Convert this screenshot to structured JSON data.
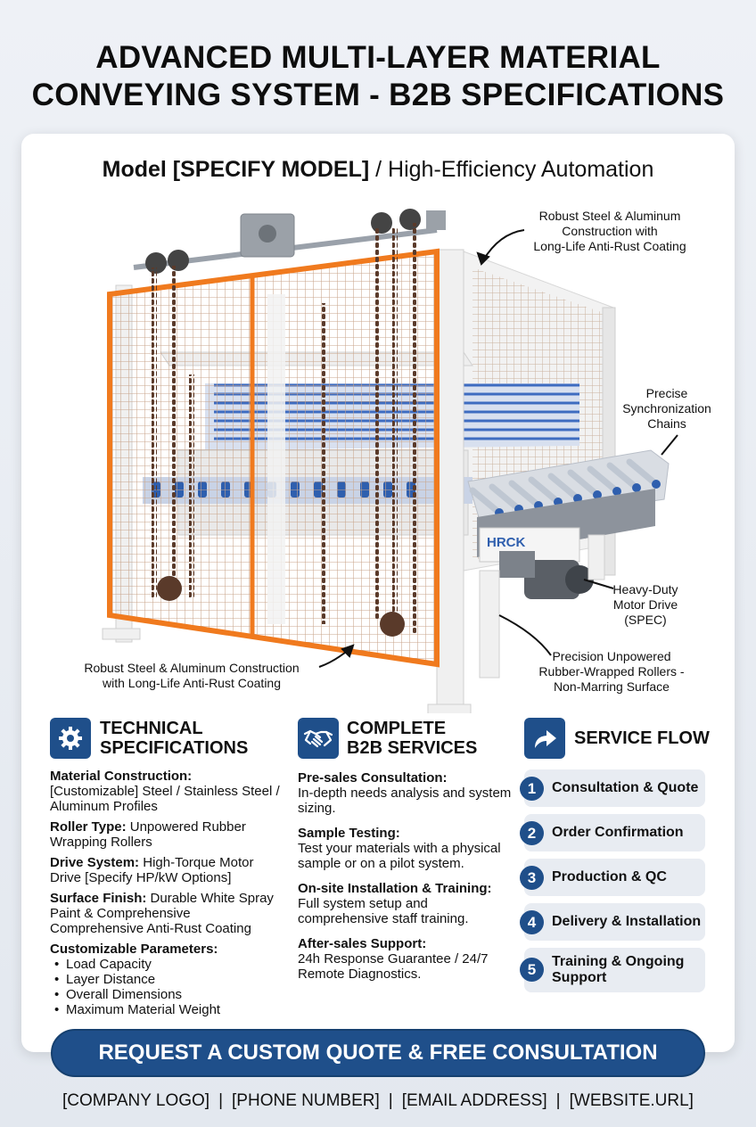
{
  "header": {
    "title_line1": "ADVANCED MULTI-LAYER MATERIAL",
    "title_line2": "CONVEYING SYSTEM - B2B SPECIFICATIONS"
  },
  "model": {
    "model_label": "Model [SPECIFY MODEL]",
    "separator": " / ",
    "tagline": "High-Efficiency Automation"
  },
  "machine": {
    "brand_plate": "HRCK",
    "callouts": {
      "top_right": "Robust Steel & Aluminum\nConstruction with\nLong-Life Anti-Rust Coating",
      "chains": "Precise\nSynchronization\nChains",
      "motor": "Heavy-Duty\nMotor Drive\n(SPEC)",
      "rollers": "Precision Unpowered\nRubber-Wrapped Rollers -\nNon-Marring Surface",
      "bottom_left": "Robust Steel & Aluminum Construction\nwith Long-Life Anti-Rust Coating"
    }
  },
  "technical": {
    "icon": "gear-icon",
    "title": "TECHNICAL\nSPECIFICATIONS",
    "items": [
      {
        "key": "Material Construction:",
        "value": "[Customizable] Steel / Stainless Steel / Aluminum Profiles"
      },
      {
        "key": "Roller Type:",
        "value": "Unpowered Rubber Wrapping Rollers"
      },
      {
        "key": "Drive System:",
        "value": "High-Torque Motor Drive [Specify HP/kW Options]"
      },
      {
        "key": "Surface Finish:",
        "value": "Durable White Spray Paint & Comprehensive Comprehensive Anti-Rust Coating"
      }
    ],
    "params_title": "Customizable Parameters:",
    "params": [
      "Load Capacity",
      "Layer Distance",
      "Overall Dimensions",
      "Maximum Material Weight"
    ]
  },
  "services": {
    "icon": "handshake-icon",
    "title": "COMPLETE\nB2B SERVICES",
    "items": [
      {
        "key": "Pre-sales Consultation:",
        "value": "In-depth needs analysis and system sizing."
      },
      {
        "key": "Sample Testing:",
        "value": "Test your materials with a physical sample or on a pilot system."
      },
      {
        "key": "On-site Installation & Training:",
        "value": "Full system setup and comprehensive staff training."
      },
      {
        "key": "After-sales Support:",
        "value": "24h Response Guarantee / 24/7 Remote Diagnostics."
      }
    ]
  },
  "flow": {
    "icon": "share-arrow-icon",
    "title": "SERVICE FLOW",
    "steps": [
      {
        "num": "1",
        "label": "Consultation & Quote"
      },
      {
        "num": "2",
        "label": "Order Confirmation"
      },
      {
        "num": "3",
        "label": "Production & QC"
      },
      {
        "num": "4",
        "label": "Delivery & Installation"
      },
      {
        "num": "5",
        "label": "Training & Ongoing\nSupport"
      }
    ]
  },
  "cta": {
    "label": "REQUEST A CUSTOM QUOTE & FREE CONSULTATION"
  },
  "footer": {
    "logo": "[COMPANY LOGO]",
    "phone": "[PHONE NUMBER]",
    "email": "[EMAIL ADDRESS]",
    "website": "[WEBSITE.URL]",
    "sep": "|"
  },
  "colors": {
    "brand_blue": "#1f4f8a",
    "frame_orange": "#f07a1e",
    "roller_blue": "#2f5fae",
    "chain_brown": "#5a3a2a"
  }
}
